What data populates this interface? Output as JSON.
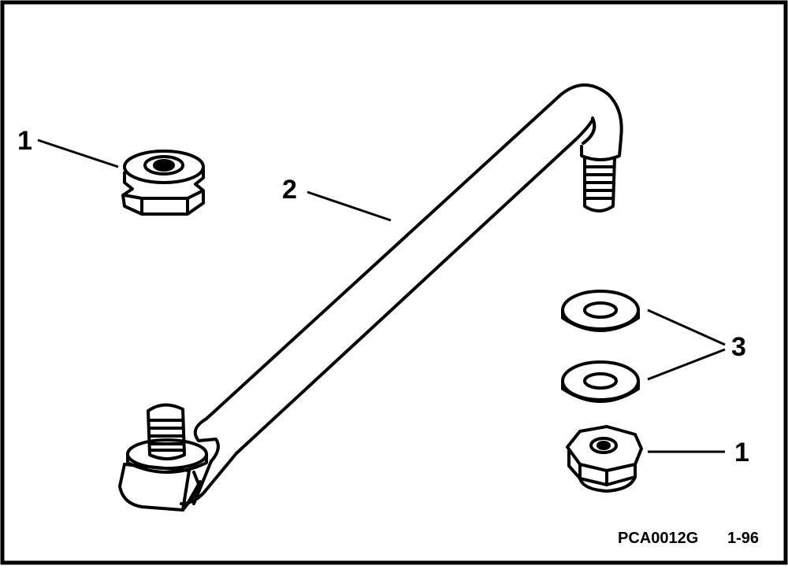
{
  "figure": {
    "callouts": {
      "nut_top_left": "1",
      "link_rod": "2",
      "washers": "3",
      "nut_bottom_right": "1"
    },
    "figure_id": "PCA0012G",
    "revision": "1-96"
  },
  "colors": {
    "line": "#000000",
    "background": "#ffffff"
  }
}
